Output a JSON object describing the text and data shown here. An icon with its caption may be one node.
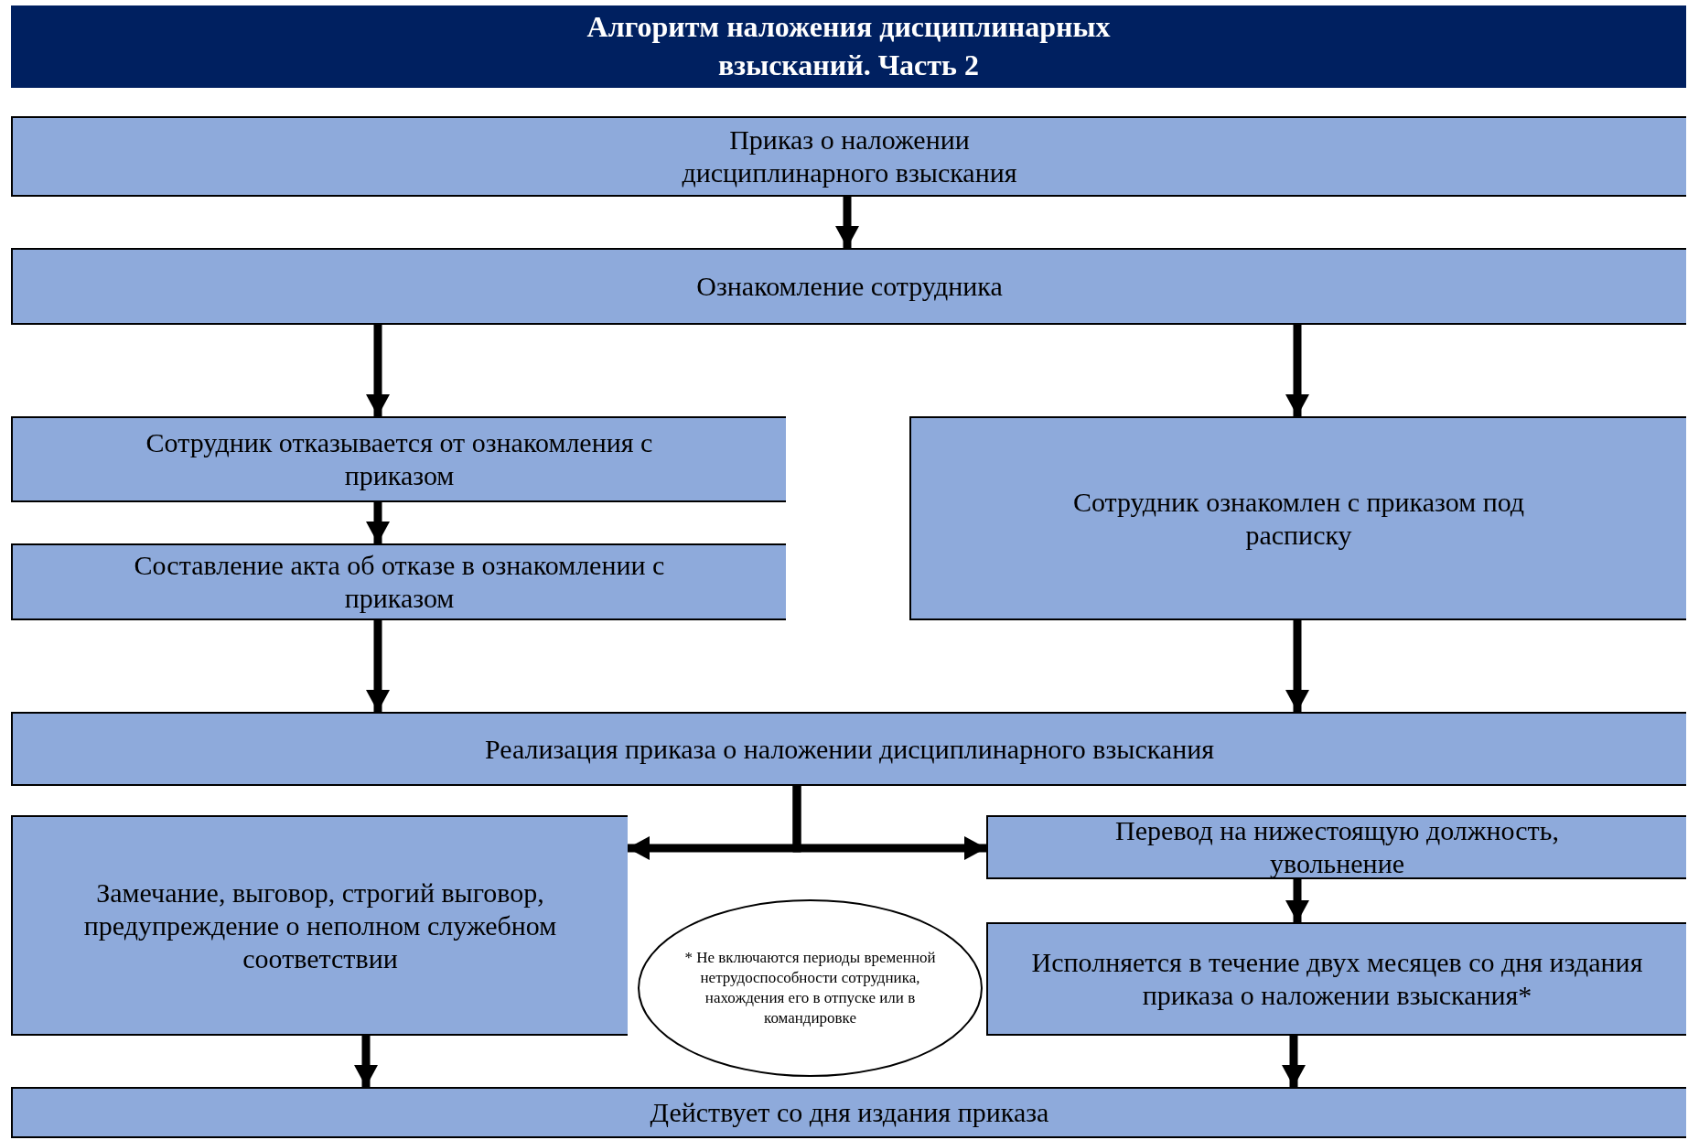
{
  "diagram": {
    "title": "Алгоритм наложения дисциплинарных взысканий. Часть 2",
    "nodes": [
      {
        "text": [
          "Приказ о наложении дисциплинарного взыскания"
        ]
      },
      {
        "text": [
          "Ознакомление сотрудника"
        ]
      },
      {
        "text": [
          "Сотрудник отказывается от ознакомления с приказом"
        ]
      },
      {
        "text": [
          "Составление акта об отказе в ознакомлении с приказом"
        ]
      },
      {
        "text": [
          "Сотрудник ознакомлен с приказом под расписку"
        ]
      },
      {
        "text": [
          "Реализация приказа о наложении дисциплинарного взыскания"
        ]
      },
      {
        "text": [
          "Замечание, выговор, строгий выговор, предупреждение о неполном служебном соответствии"
        ]
      },
      {
        "text": [
          "Перевод на нижестоящую должность, увольнение"
        ]
      },
      {
        "text": [
          "Исполняется в течение двух месяцев со дня издания приказа о наложении взыскания*"
        ]
      },
      {
        "text": [
          "* Не включаются периоды временной нетрудоспособности сотрудника, нахождения его в отпуске или в командировке"
        ]
      },
      {
        "text": [
          "Действует со дня издания приказа"
        ]
      }
    ],
    "edges": [
      {
        "from": 0,
        "to": 1,
        "arrow": "to"
      },
      {
        "from": 1,
        "to": 2,
        "arrow": "to"
      },
      {
        "from": 1,
        "to": 4,
        "arrow": "to"
      },
      {
        "from": 2,
        "to": 3,
        "arrow": "to"
      },
      {
        "from": 3,
        "to": 5,
        "arrow": "to"
      },
      {
        "from": 4,
        "to": 5,
        "arrow": "to"
      },
      {
        "from": 5,
        "to": 6,
        "arrow": "to"
      },
      {
        "from": 5,
        "to": 7,
        "arrow": "to"
      },
      {
        "from": 7,
        "to": 8,
        "arrow": "to"
      },
      {
        "from": 6,
        "to": 10,
        "arrow": "to"
      },
      {
        "from": 8,
        "to": 10,
        "arrow": "to"
      }
    ]
  }
}
